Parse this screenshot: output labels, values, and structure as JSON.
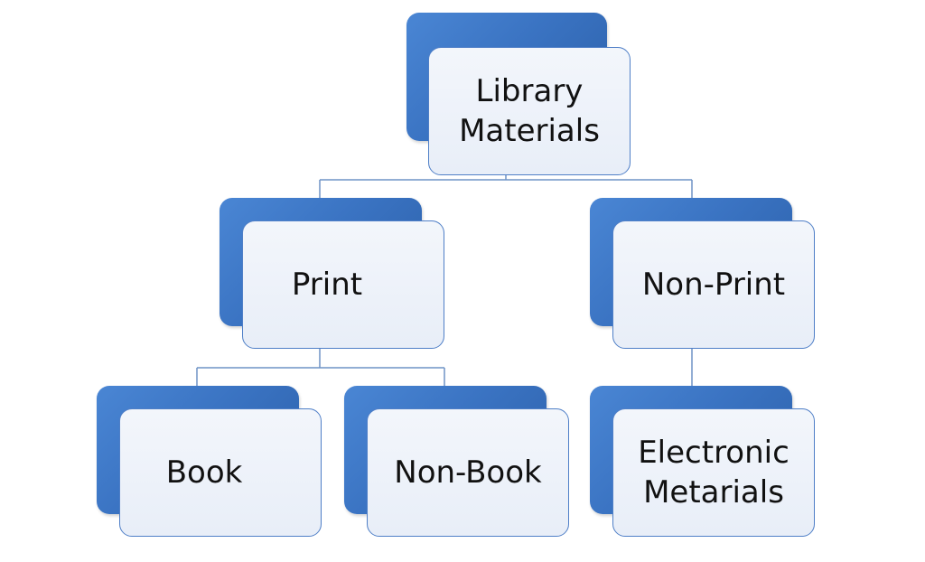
{
  "diagram": {
    "colors": {
      "back_block": "#3a73c2",
      "front_fill": "#eef2f9",
      "front_border": "#4f7fc7",
      "connector": "#6f93c6",
      "text": "#111111"
    },
    "nodes": {
      "root": {
        "line1": "Library",
        "line2": "Materials"
      },
      "print": {
        "label": "Print"
      },
      "non_print": {
        "label": "Non-Print"
      },
      "book": {
        "label": "Book"
      },
      "non_book": {
        "label": "Non-Book"
      },
      "electronic": {
        "line1": "Electronic",
        "line2": "Metarials"
      }
    },
    "edges": [
      {
        "from": "root",
        "to": "print"
      },
      {
        "from": "root",
        "to": "non_print"
      },
      {
        "from": "print",
        "to": "book"
      },
      {
        "from": "print",
        "to": "non_book"
      },
      {
        "from": "non_print",
        "to": "electronic"
      }
    ]
  }
}
